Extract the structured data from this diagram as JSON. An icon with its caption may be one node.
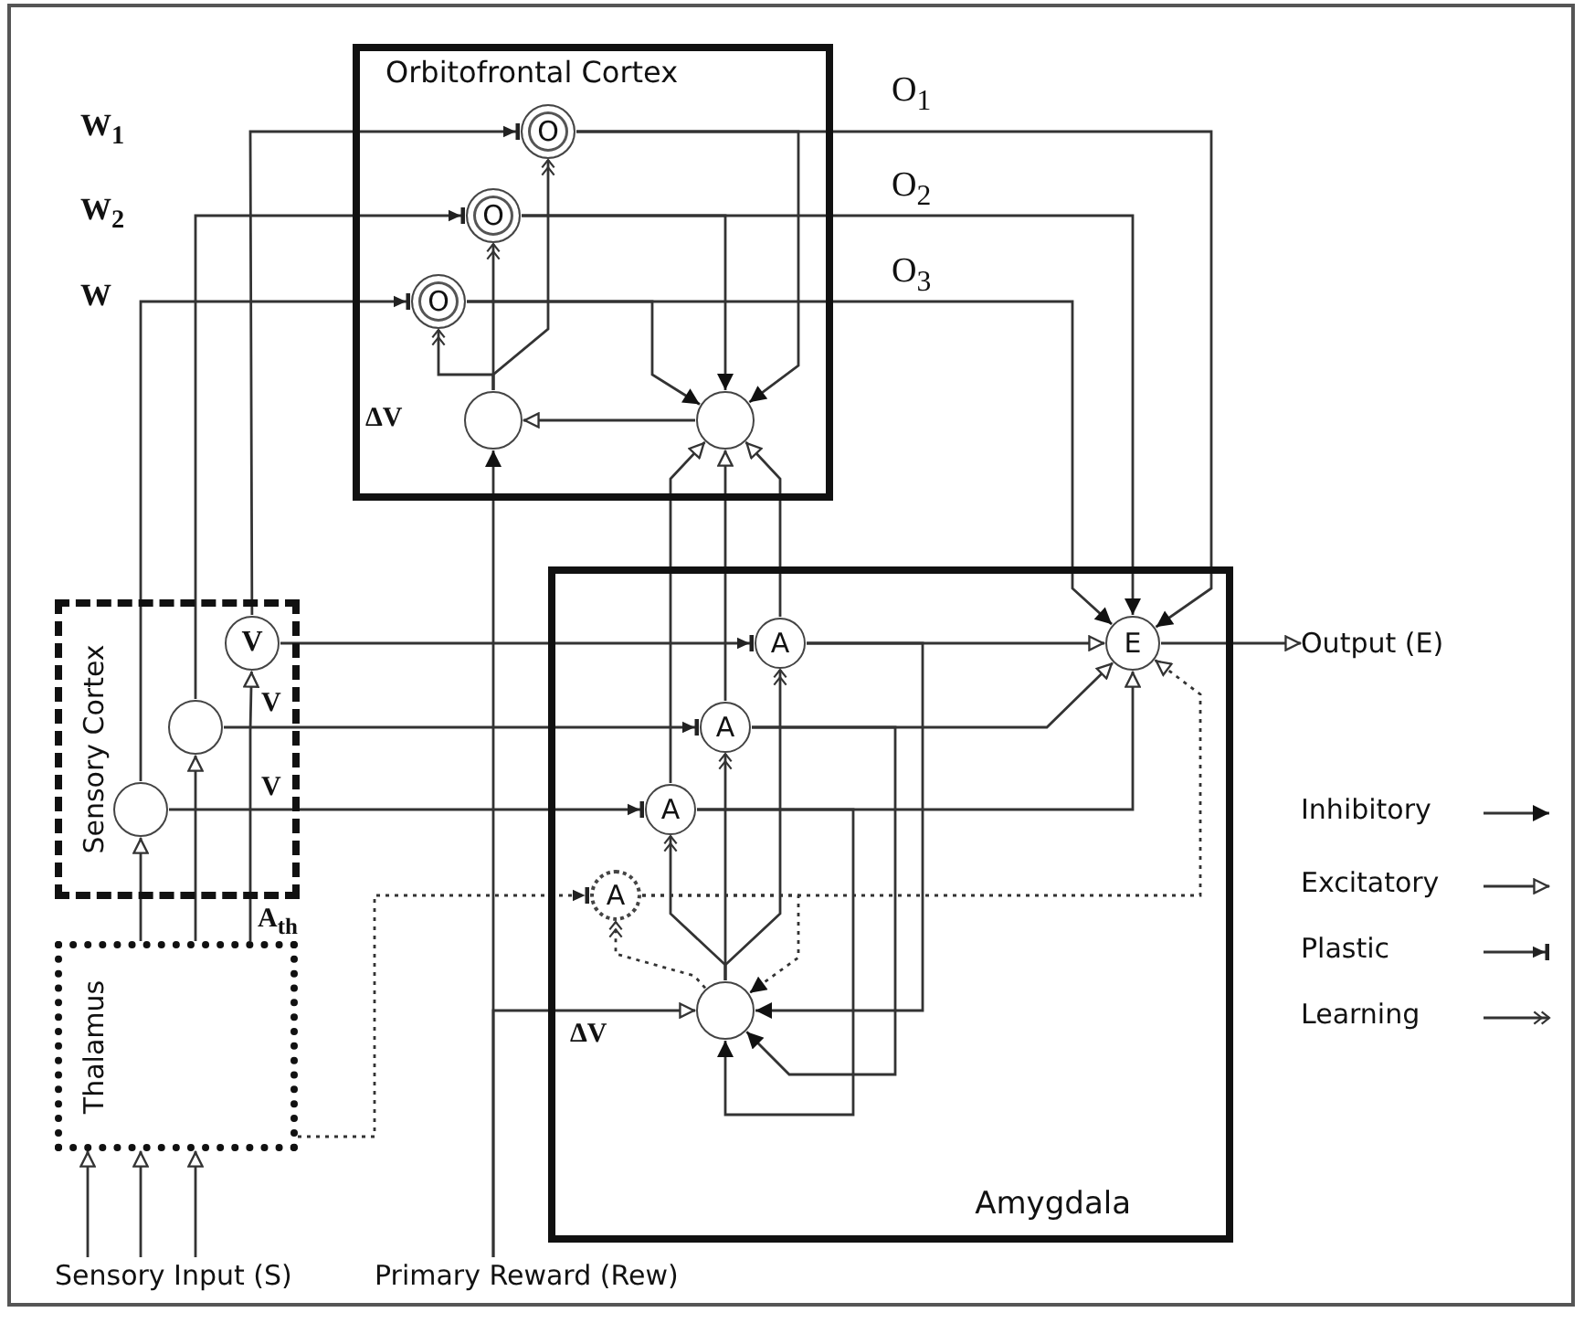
{
  "diagram": {
    "nodes": [
      {
        "text": [
          "Orbitofrontal Cortex"
        ]
      },
      {
        "text": [
          "O"
        ],
        "in": 0
      },
      {
        "text": [
          "O"
        ],
        "in": 0
      },
      {
        "text": [
          "O"
        ],
        "in": 0
      },
      {
        "text": [],
        "shape": "circle",
        "in": 0
      },
      {
        "text": [],
        "shape": "circle",
        "in": 0
      },
      {
        "text": [
          "Sensory Cortex"
        ]
      },
      {
        "text": [
          "V"
        ],
        "in": 6
      },
      {
        "text": [],
        "shape": "circle",
        "in": 6
      },
      {
        "text": [],
        "shape": "circle",
        "in": 6
      },
      {
        "text": [
          "Thalamus"
        ]
      },
      {
        "text": [
          "Amygdala"
        ]
      },
      {
        "text": [
          "A"
        ],
        "in": 11
      },
      {
        "text": [
          "A"
        ],
        "in": 11
      },
      {
        "text": [
          "A"
        ],
        "in": 11
      },
      {
        "text": [
          "A"
        ],
        "in": 11
      },
      {
        "text": [],
        "shape": "circle",
        "in": 11
      },
      {
        "text": [
          "E"
        ],
        "in": 11
      },
      {
        "text": [
          "Output (E)"
        ]
      },
      {
        "text": [
          "Sensory Input (S)"
        ]
      },
      {
        "text": [
          "Primary Reward (Rew)"
        ]
      }
    ],
    "edges": [
      {
        "from": 19,
        "to": 10,
        "arrow": "to"
      },
      {
        "from": 19,
        "to": 10,
        "arrow": "to"
      },
      {
        "from": 19,
        "to": 10,
        "arrow": "to"
      },
      {
        "from": 10,
        "to": 9,
        "arrow": "to"
      },
      {
        "from": 10,
        "to": 8,
        "arrow": "to"
      },
      {
        "from": 10,
        "to": 7,
        "arrow": "to"
      },
      {
        "from": 9,
        "to": 3,
        "arrow": "to"
      },
      {
        "from": 8,
        "to": 2,
        "arrow": "to"
      },
      {
        "from": 7,
        "to": 1,
        "arrow": "to"
      },
      {
        "from": 7,
        "to": 12,
        "arrow": "to"
      },
      {
        "from": 8,
        "to": 13,
        "arrow": "to"
      },
      {
        "from": 9,
        "to": 14,
        "arrow": "to"
      },
      {
        "from": 10,
        "to": 15,
        "arrow": "to",
        "style": "dashed"
      },
      {
        "from": 20,
        "to": 4,
        "arrow": "to"
      },
      {
        "from": 20,
        "to": 16,
        "arrow": "to"
      },
      {
        "from": 4,
        "to": 1,
        "arrow": "to"
      },
      {
        "from": 4,
        "to": 2,
        "arrow": "to"
      },
      {
        "from": 4,
        "to": 3,
        "arrow": "to"
      },
      {
        "from": 5,
        "to": 4,
        "arrow": "to"
      },
      {
        "from": 1,
        "to": 5,
        "arrow": "to"
      },
      {
        "from": 2,
        "to": 5,
        "arrow": "to"
      },
      {
        "from": 3,
        "to": 5,
        "arrow": "to"
      },
      {
        "from": 1,
        "to": 17,
        "arrow": "to"
      },
      {
        "from": 2,
        "to": 17,
        "arrow": "to"
      },
      {
        "from": 3,
        "to": 17,
        "arrow": "to"
      },
      {
        "from": 12,
        "to": 5,
        "arrow": "to"
      },
      {
        "from": 13,
        "to": 5,
        "arrow": "to"
      },
      {
        "from": 14,
        "to": 5,
        "arrow": "to"
      },
      {
        "from": 12,
        "to": 17,
        "arrow": "to"
      },
      {
        "from": 13,
        "to": 17,
        "arrow": "to"
      },
      {
        "from": 14,
        "to": 17,
        "arrow": "to"
      },
      {
        "from": 15,
        "to": 17,
        "arrow": "to",
        "style": "dashed"
      },
      {
        "from": 16,
        "to": 12,
        "arrow": "to"
      },
      {
        "from": 16,
        "to": 13,
        "arrow": "to"
      },
      {
        "from": 16,
        "to": 14,
        "arrow": "to"
      },
      {
        "from": 16,
        "to": 15,
        "arrow": "to",
        "style": "dashed"
      },
      {
        "from": 12,
        "to": 16,
        "arrow": "to"
      },
      {
        "from": 13,
        "to": 16,
        "arrow": "to"
      },
      {
        "from": 14,
        "to": 16,
        "arrow": "to"
      },
      {
        "from": 15,
        "to": 16,
        "arrow": "to",
        "style": "dashed"
      },
      {
        "from": 17,
        "to": 18,
        "arrow": "to"
      }
    ],
    "labels": [
      "W$_{1}$",
      "W$_{2}$",
      "W",
      "ΔV",
      "O$_{1}$",
      "O$_{2}$",
      "O$_{3}$",
      "V",
      "V",
      "A$_{th}$",
      "ΔV"
    ],
    "legend": [
      {
        "text": "Inhibitory"
      },
      {
        "text": "Excitatory"
      },
      {
        "text": "Plastic"
      },
      {
        "text": "Learning"
      }
    ]
  }
}
